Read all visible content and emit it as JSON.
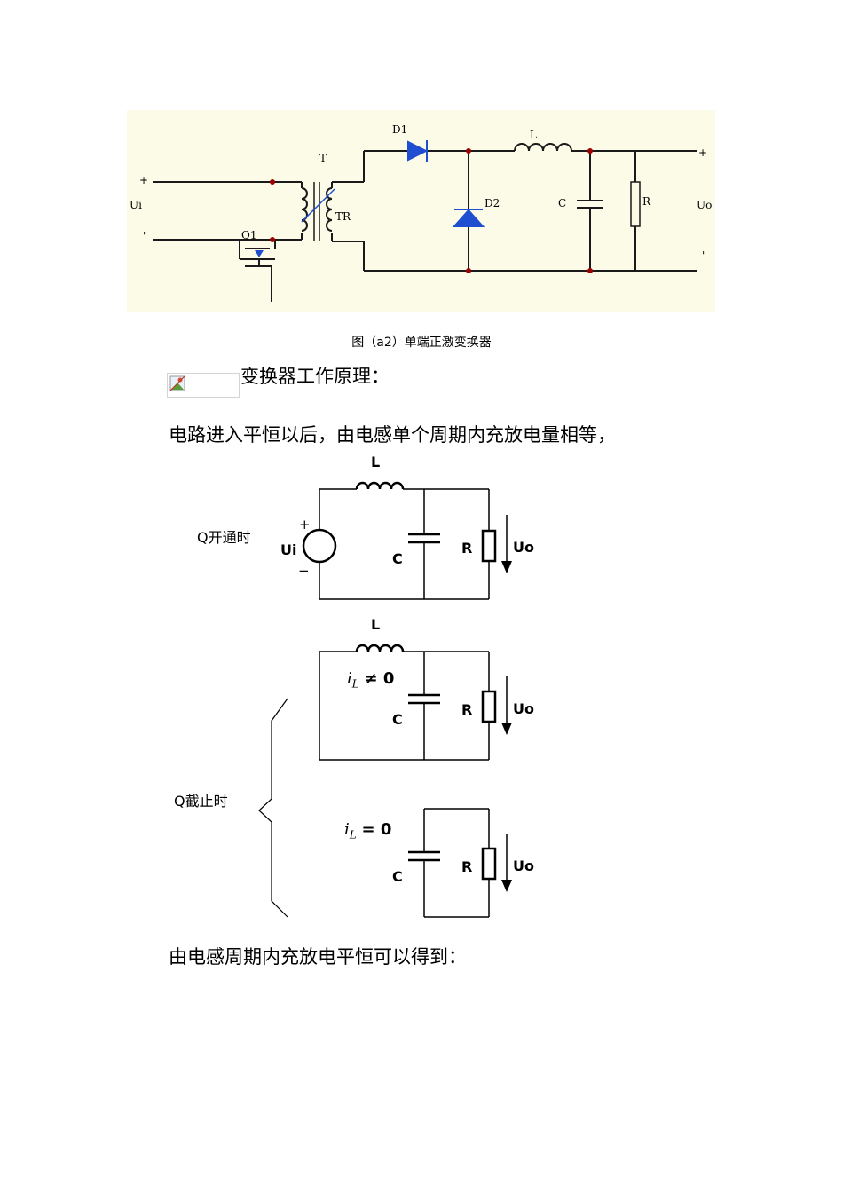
{
  "figure_a2": {
    "labels": {
      "T": "T",
      "TR": "TR",
      "D1": "D1",
      "D2": "D2",
      "L": "L",
      "C": "C",
      "R": "R",
      "Q1": "Q1",
      "Ui": "Ui",
      "Uo": "Uo",
      "plus_in": "+",
      "minus_in": "'",
      "plus_out": "+",
      "minus_out": "'"
    },
    "caption": "图（a2）单端正激变换器"
  },
  "section_heading": "变换器工作原理：",
  "paragraph_1": "电路进入平恒以后，由电感单个周期内充放电量相等，",
  "circuit_on": {
    "state_label": "Q开通时",
    "L": "L",
    "Ui": "Ui",
    "C": "C",
    "R": "R",
    "Uo": "Uo",
    "plus": "+",
    "minus": "−"
  },
  "circuit_off": {
    "state_label": "Q截止时",
    "case1": {
      "L": "L",
      "iL": "i",
      "sub": "L",
      "relation": "≠ 0",
      "C": "C",
      "R": "R",
      "Uo": "Uo"
    },
    "case2": {
      "iL": "i",
      "sub": "L",
      "relation": "= 0",
      "C": "C",
      "R": "R",
      "Uo": "Uo"
    }
  },
  "paragraph_2": "由电感周期内充放电平恒可以得到："
}
